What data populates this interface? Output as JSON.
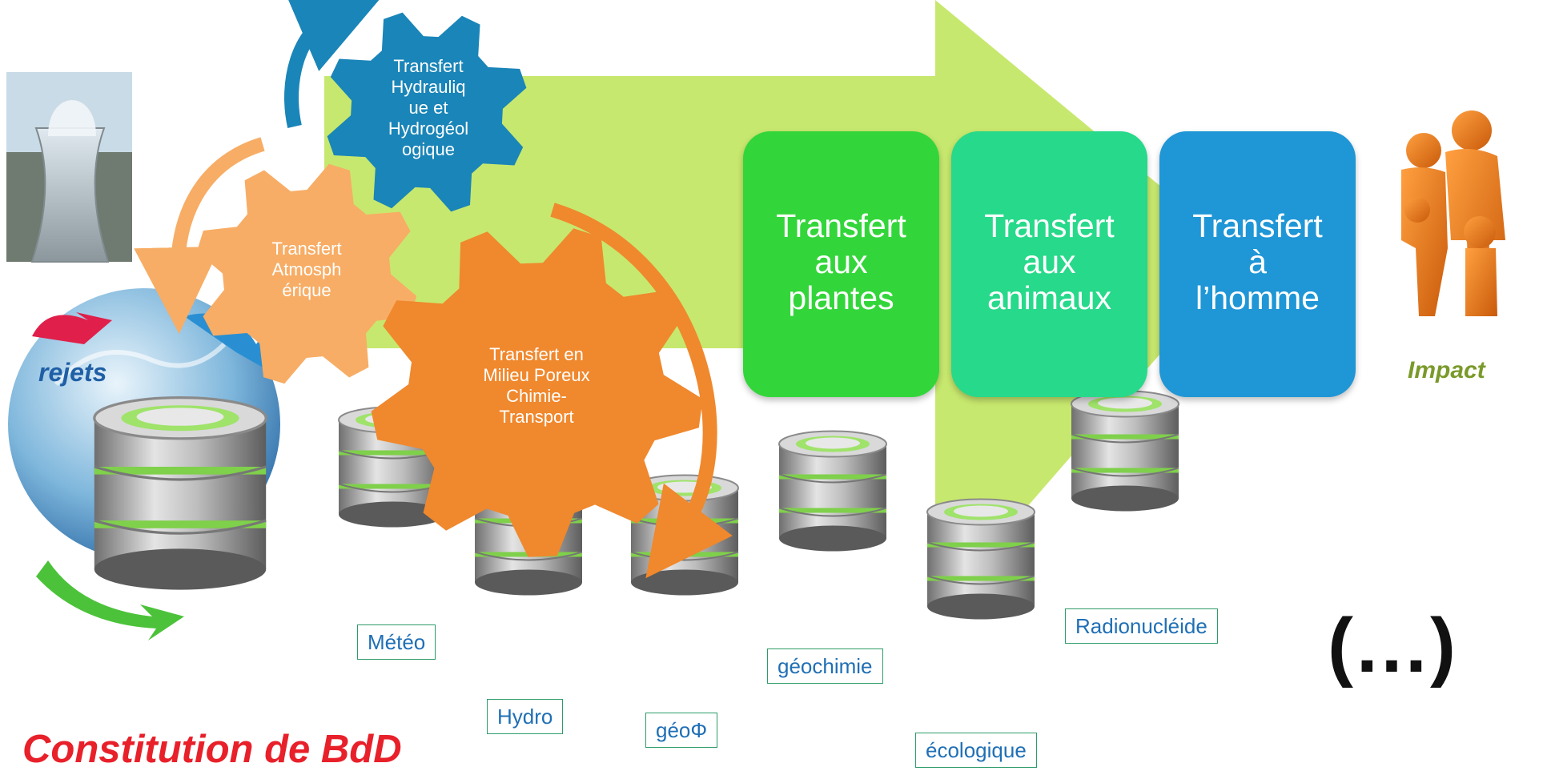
{
  "gears": {
    "hydro": "Transfert\nHydrauliq\nue et\nHydrogéol\nogique",
    "atmo": "Transfert\nAtmosph\nérique",
    "poreux": "Transfert en\nMilieu Poreux\nChimie-\nTransport"
  },
  "boxes": [
    {
      "label": "Transfert\naux\nplantes",
      "color": "#33d63a"
    },
    {
      "label": "Transfert\naux\nanimaux",
      "color": "#27d98a"
    },
    {
      "label": "Transfert\nà\nl’homme",
      "color": "#1f96d6"
    }
  ],
  "captions": {
    "rejets": "rejets",
    "impact": "Impact",
    "bdd": "Constitution de BdD",
    "etc": "(…)"
  },
  "databases": {
    "meteo": "Météo",
    "hydro": "Hydro",
    "geophi": "géoΦ",
    "geochimie": "géochimie",
    "ecologique": "écologique",
    "radionucleide": "Radionucléide"
  },
  "colors": {
    "arrow": "#c7e86e",
    "gear_blue": "#1a85b8",
    "gear_light_orange": "#f7ad65",
    "gear_orange": "#f0882d",
    "caption_blue": "#1f5fa6",
    "caption_green": "#7a9a2a",
    "caption_red": "#e8202a"
  },
  "icons": {
    "rejets": "cooling-tower-image",
    "impact": "family-figures-icon",
    "bdd": "globe-database-icon",
    "db": "database-cylinder-icon"
  }
}
